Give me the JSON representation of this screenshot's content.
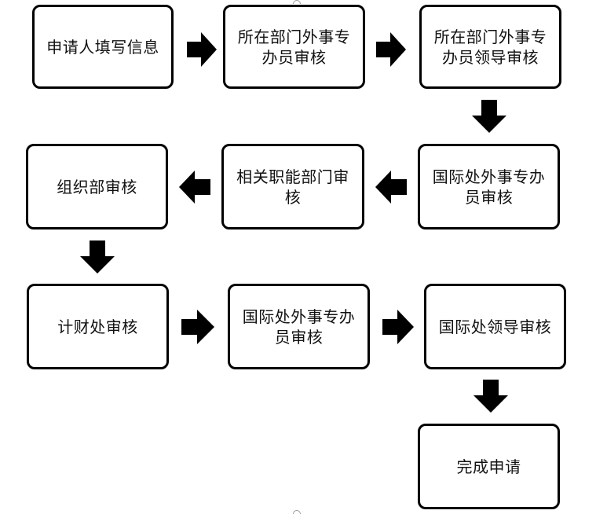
{
  "steps": [
    {
      "id": "s1",
      "label": "申请人填写信息"
    },
    {
      "id": "s2",
      "label": "所在部门外事专办员审核"
    },
    {
      "id": "s3",
      "label": "所在部门外事专办员领导审核"
    },
    {
      "id": "s4",
      "label": "国际处外事专办员审核"
    },
    {
      "id": "s5",
      "label": "相关职能部门审核"
    },
    {
      "id": "s6",
      "label": "组织部审核"
    },
    {
      "id": "s7",
      "label": "计财处审核"
    },
    {
      "id": "s8",
      "label": "国际处外事专办员审核"
    },
    {
      "id": "s9",
      "label": "国际处领导审核"
    },
    {
      "id": "s10",
      "label": "完成申请"
    }
  ],
  "arrows": [
    {
      "from": "s1",
      "to": "s2",
      "direction": "right"
    },
    {
      "from": "s2",
      "to": "s3",
      "direction": "right"
    },
    {
      "from": "s3",
      "to": "s4",
      "direction": "down"
    },
    {
      "from": "s4",
      "to": "s5",
      "direction": "left"
    },
    {
      "from": "s5",
      "to": "s6",
      "direction": "left"
    },
    {
      "from": "s6",
      "to": "s7",
      "direction": "down"
    },
    {
      "from": "s7",
      "to": "s8",
      "direction": "right"
    },
    {
      "from": "s8",
      "to": "s9",
      "direction": "right"
    },
    {
      "from": "s9",
      "to": "s10",
      "direction": "down"
    }
  ],
  "colors": {
    "stroke": "#000000",
    "fill": "#ffffff",
    "arrow": "#000000"
  }
}
